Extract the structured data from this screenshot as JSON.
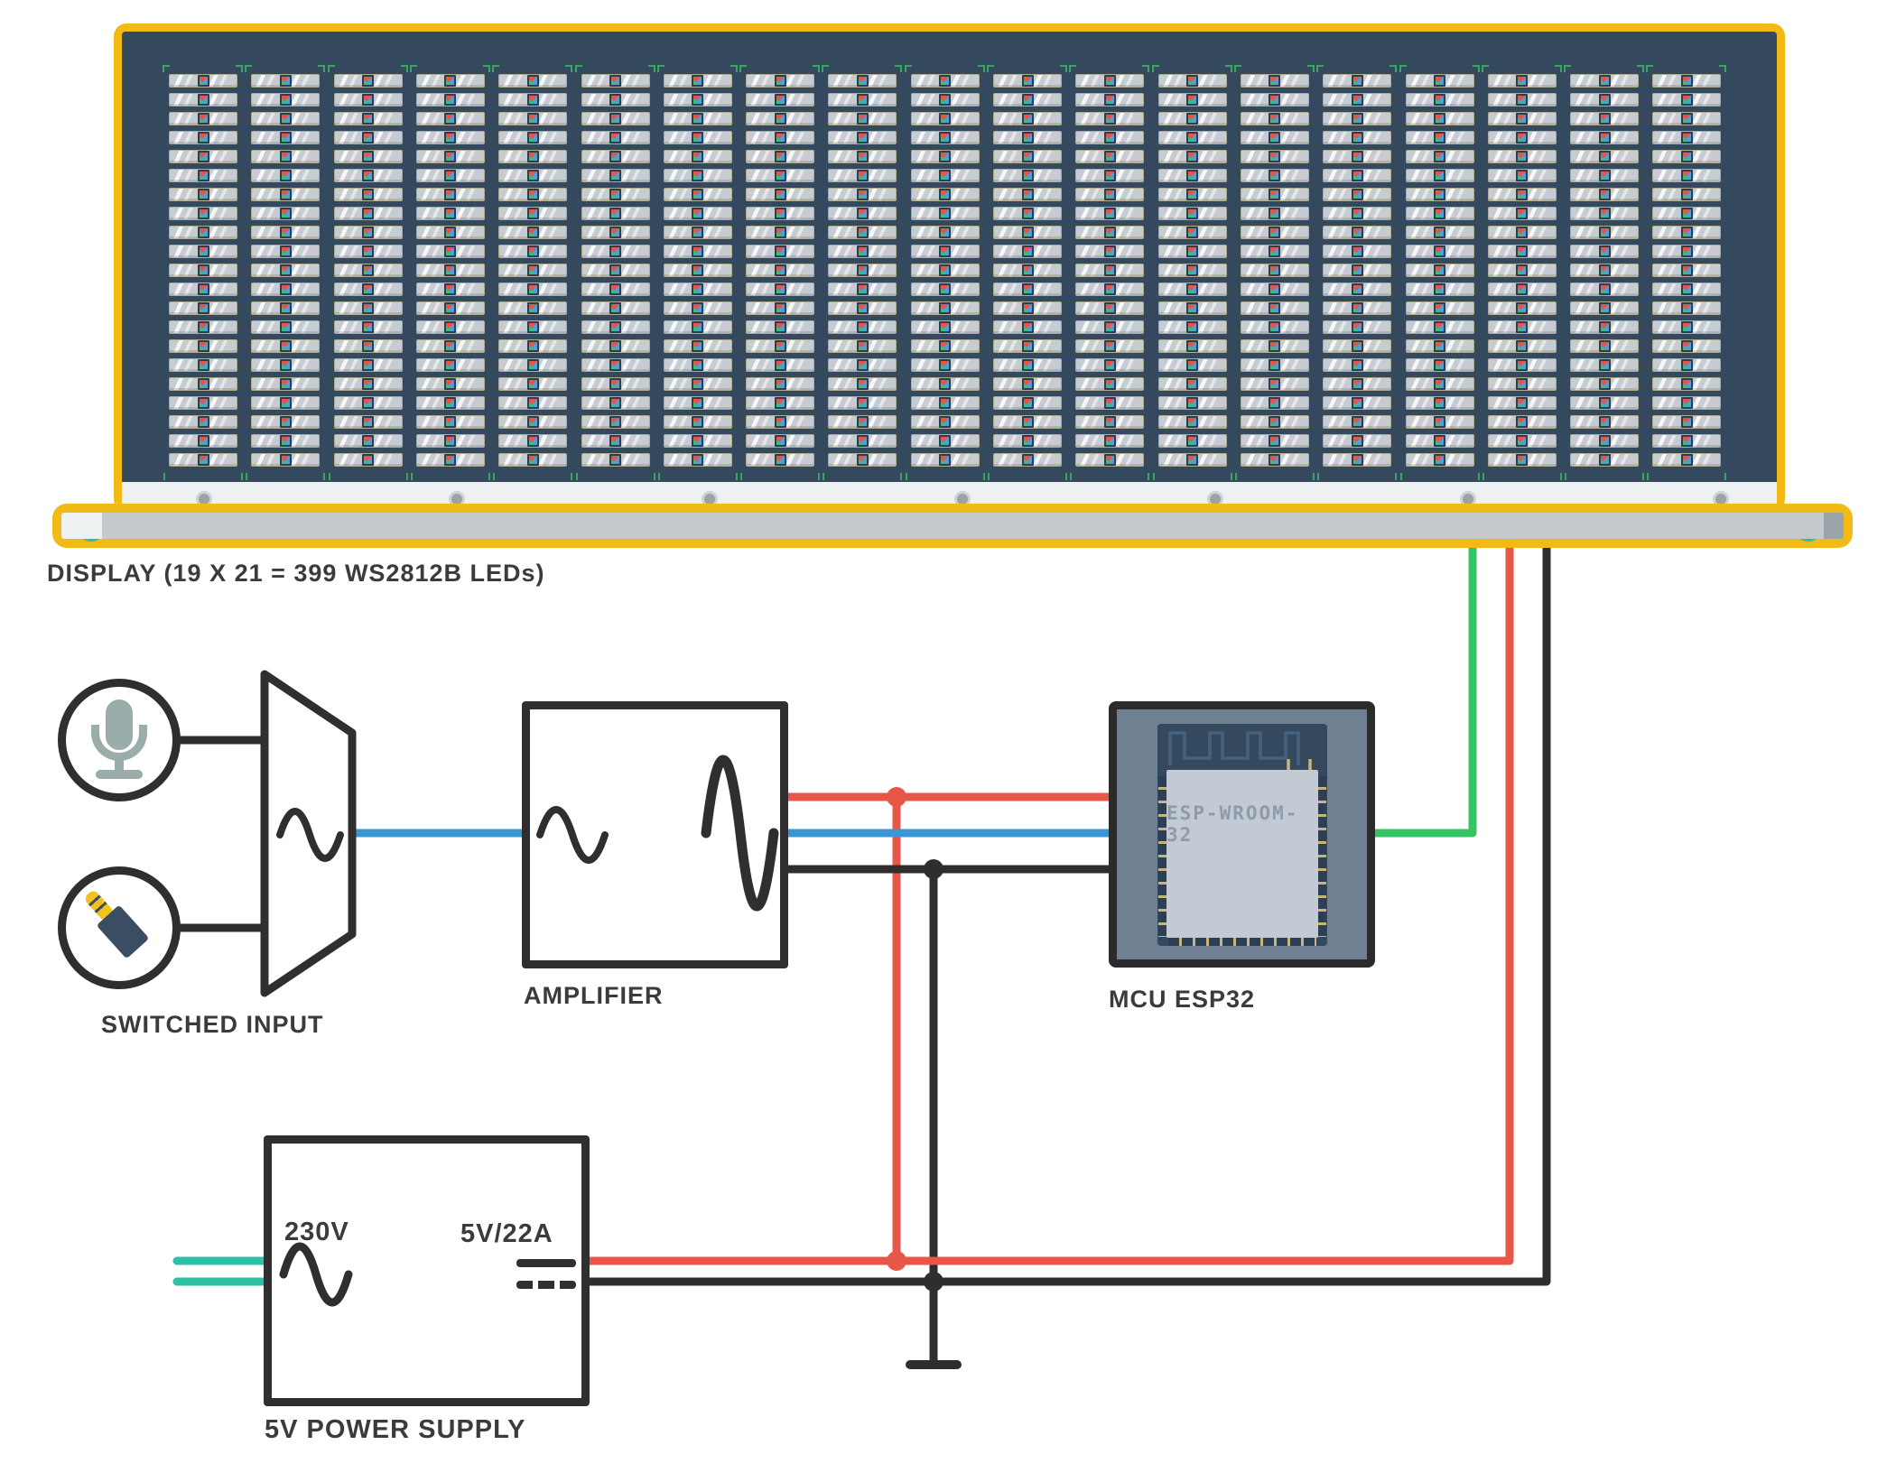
{
  "display": {
    "label": "DISPLAY (19 X 21 = 399 WS2812B LEDs)",
    "cols": 19,
    "rows": 21,
    "led_count": 399,
    "led_type": "WS2812B",
    "screws": 7
  },
  "switched_input": {
    "label": "SWITCHED INPUT",
    "icons": [
      "microphone-icon",
      "audio-jack-icon",
      "switch-trapezoid",
      "sine-wave-icon"
    ]
  },
  "amplifier": {
    "label": "AMPLIFIER",
    "icons": [
      "sine-wave-small-icon",
      "sine-wave-large-icon"
    ]
  },
  "mcu": {
    "label": "MCU ESP32",
    "module_text": "ESP-WROOM-32"
  },
  "power_supply": {
    "label": "5V POWER SUPPLY",
    "input_voltage": "230V",
    "output_rating": "5V/22A",
    "icons": [
      "ac-sine-icon",
      "dc-symbol-icon",
      "mains-input-wires"
    ]
  },
  "wires": {
    "names": [
      "data-wire-green",
      "5v-wire-red",
      "ground-wire-black",
      "audio-wire-blue",
      "mains-wire-teal"
    ],
    "ground_symbol": "ground-bar"
  },
  "colors": {
    "frame_yellow": "#f2ba16",
    "panel_navy": "#35495e",
    "wire_red": "#e8564a",
    "wire_blue": "#3b97d3",
    "wire_black": "#2e2e2e",
    "wire_green": "#35c463",
    "wire_teal": "#2ebfa5",
    "tick_green": "#3da563",
    "led_red": "#e2574c",
    "led_blue": "#4ba1d8",
    "led_green": "#35c07f",
    "jack_yellow": "#f2c21d"
  }
}
